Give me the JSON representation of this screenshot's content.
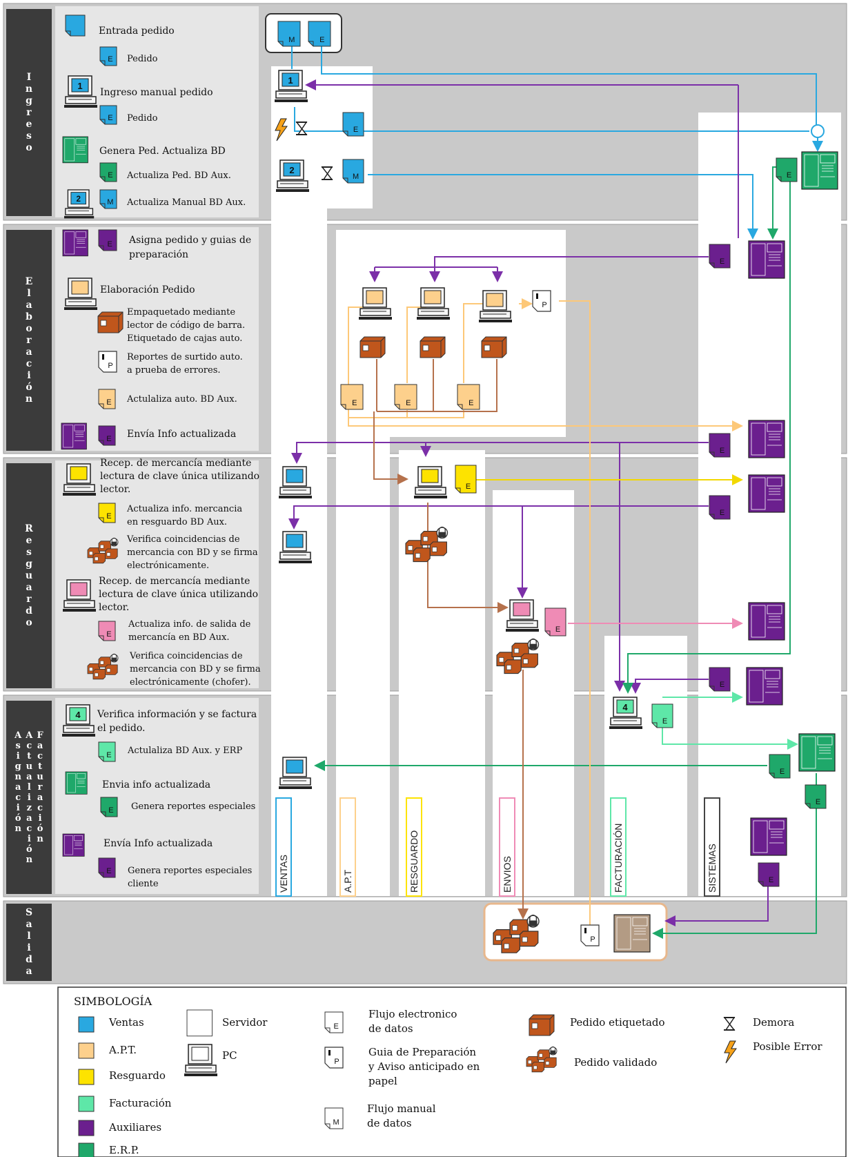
{
  "phases": [
    {
      "id": "ingreso",
      "letters": [
        "I",
        "n",
        "g",
        "r",
        "e",
        "s",
        "o"
      ]
    },
    {
      "id": "elaboracion",
      "letters": [
        "E",
        "l",
        "a",
        "b",
        "o",
        "r",
        "a",
        "c",
        "i",
        "ó",
        "n"
      ]
    },
    {
      "id": "resguardo",
      "letters": [
        "R",
        "e",
        "s",
        "g",
        "u",
        "a",
        "r",
        "d",
        "o"
      ]
    },
    {
      "id": "asignacion",
      "columns": [
        [
          "A",
          "s",
          "i",
          "g",
          "n",
          "a",
          "c",
          "i",
          "ó",
          "n"
        ],
        [
          "A",
          "c",
          "t",
          "u",
          "a",
          "l",
          "i",
          "z",
          "a",
          "c",
          "i",
          "ó",
          "n"
        ],
        [
          "F",
          "a",
          "c",
          "t",
          "u",
          "r",
          "a",
          "c",
          "i",
          "ó",
          "n"
        ]
      ]
    },
    {
      "id": "salida",
      "letters": [
        "S",
        "a",
        "l",
        "i",
        "d",
        "a"
      ]
    }
  ],
  "descriptions": {
    "entrada_pedido": "Entrada  pedido",
    "pedido_1": "Pedido",
    "ingreso_manual": "Ingreso manual pedido",
    "pedido_2": "Pedido",
    "genera_ped": "Genera Ped. Actualiza BD",
    "actualiza_ped": "Actualiza Ped. BD Aux.",
    "actualiza_manual": "Actualiza Manual BD Aux.",
    "asigna_1": "Asigna pedido y guias de",
    "asigna_2": "preparación",
    "elaboracion": "Elaboración Pedido",
    "empaquetado_1": "Empaquetado mediante",
    "empaquetado_2": "lector de código de barra.",
    "empaquetado_3": "Etiquetado de cajas auto.",
    "reportes_1": "Reportes de surtido auto.",
    "reportes_2": "a prueba de errores.",
    "actualiza_auto": "Actulaliza auto. BD Aux.",
    "envia_info_1": "Envía Info actualizada",
    "recep1_1": "Recep. de mercancía mediante",
    "recep1_2": "lectura de clave única utilizando",
    "recep1_3": "lector.",
    "act_merc_1": "Actualiza info. mercancia",
    "act_merc_2": "en resguardo BD Aux.",
    "verif1_1": "Verifica coincidencias de",
    "verif1_2": "mercancia con BD  y se firma",
    "verif1_3": "electrónicamente.",
    "recep2_1": "Recep. de mercancía mediante",
    "recep2_2": "lectura de clave única utilizando",
    "recep2_3": "lector.",
    "act_salida_1": "Actualiza info. de salida de",
    "act_salida_2": "mercancía en BD Aux.",
    "verif2_1": "Verifica coincidencias de",
    "verif2_2": "mercancia con BD  y se firma",
    "verif2_3": "electrónicamente (chofer).",
    "verifica_fact_1": "Verifica información y se factura",
    "verifica_fact_2": "el pedido.",
    "act_erp": "Actulaliza  BD Aux. y ERP",
    "envia_info_2": "Envia  info actualizada",
    "genera_rep": "Genera reportes especiales",
    "envia_info_3": "Envía Info actualizada",
    "genera_rep_cli_1": "Genera reportes especiales",
    "genera_rep_cli_2": "cliente"
  },
  "lanes": [
    "VENTAS",
    "A.P.T",
    "RESGUARDO",
    "ENVIOS",
    "FACTURACIÓN",
    "SISTEMAS"
  ],
  "legend": {
    "title": "SIMBOLOGÍA",
    "ventas": "Ventas",
    "apt": "A.P.T.",
    "resguardo": "Resguardo",
    "facturacion": "Facturación",
    "auxiliares": "Auxiliares",
    "erp": "E.R.P.",
    "servidor": "Servidor",
    "pc": "PC",
    "flujo_e_1": "Flujo electronico",
    "flujo_e_2": "de datos",
    "guia_1": "Guia de Preparación",
    "guia_2": "y Aviso anticipado en",
    "guia_3": "papel",
    "flujo_m_1": "Flujo manual",
    "flujo_m_2": "de datos",
    "pedido_etiquetado": "Pedido etiquetado",
    "pedido_validado": "Pedido validado",
    "demora": "Demora",
    "posible_error": "Posible Error"
  },
  "doc_letters": {
    "e": "E",
    "m": "M",
    "p": "P"
  },
  "pc_numbers": [
    "1",
    "2",
    "4"
  ],
  "colors": {
    "ventas": "#29a8e0",
    "apt": "#fdd08c",
    "resguardo": "#fde300",
    "facturacion": "#5ee7a8",
    "auxiliares": "#6b1f8e",
    "erp": "#1fa86a",
    "package": "#c0561c",
    "brown_line": "#b5714c",
    "pink": "#ef8bb5"
  }
}
